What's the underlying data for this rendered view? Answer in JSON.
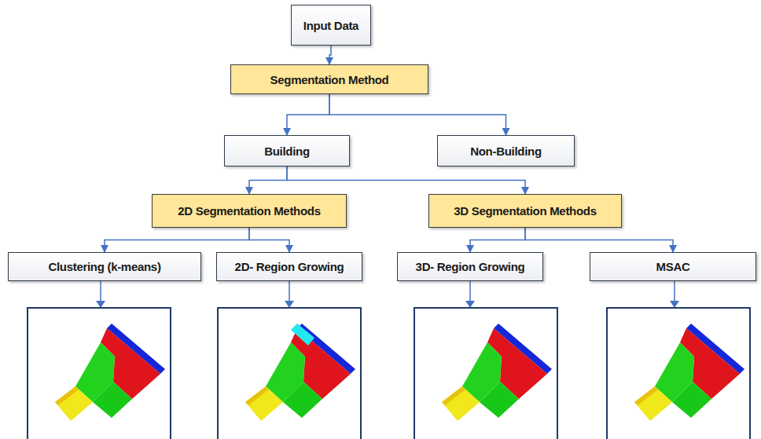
{
  "diagram": {
    "nodes": [
      {
        "text": [
          "Input Data"
        ]
      },
      {
        "text": [
          "Segmentation Method"
        ]
      },
      {
        "text": [
          "Building"
        ]
      },
      {
        "text": [
          "Non-Building"
        ]
      },
      {
        "text": [
          "2D Segmentation Methods"
        ]
      },
      {
        "text": [
          "3D Segmentation Methods"
        ]
      },
      {
        "text": [
          "Clustering (k-means)"
        ]
      },
      {
        "text": [
          "2D- Region Growing"
        ]
      },
      {
        "text": [
          "3D- Region Growing"
        ]
      },
      {
        "text": [
          "MSAC"
        ]
      }
    ],
    "edges": [
      {
        "from": 0,
        "to": 1,
        "arrow": "to"
      },
      {
        "from": 1,
        "to": 2,
        "arrow": "to"
      },
      {
        "from": 1,
        "to": 3,
        "arrow": "to"
      },
      {
        "from": 2,
        "to": 4,
        "arrow": "to"
      },
      {
        "from": 2,
        "to": 5,
        "arrow": "to"
      },
      {
        "from": 4,
        "to": 6,
        "arrow": "to"
      },
      {
        "from": 4,
        "to": 7,
        "arrow": "to"
      },
      {
        "from": 5,
        "to": 8,
        "arrow": "to"
      },
      {
        "from": 5,
        "to": 9,
        "arrow": "to"
      }
    ]
  }
}
